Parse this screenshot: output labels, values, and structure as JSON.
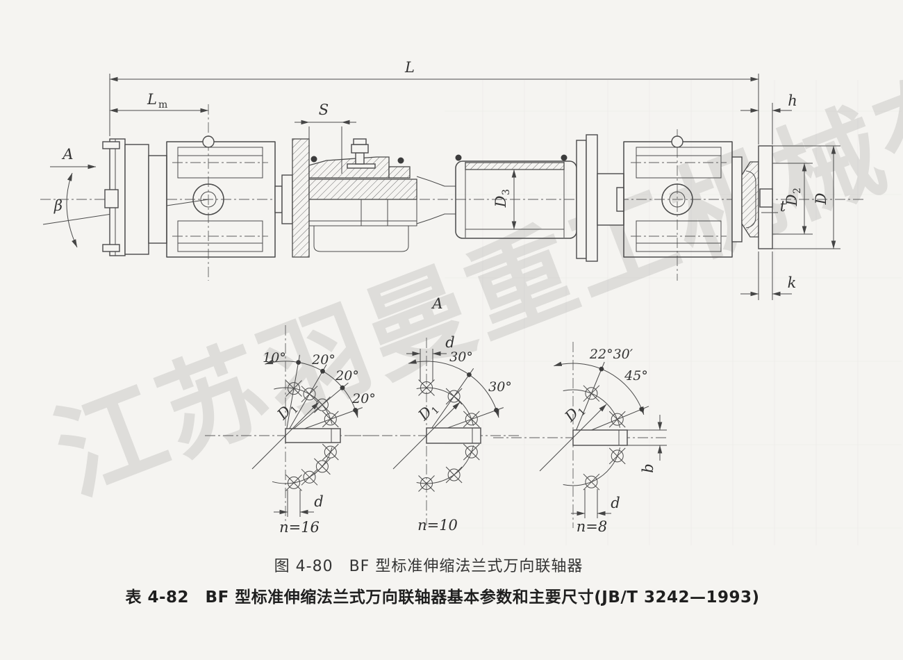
{
  "watermark": {
    "text": "江苏羽曼重工机械有限公司"
  },
  "captions": {
    "figure": "图 4-80　BF 型标准伸缩法兰式万向联轴器",
    "table": "表 4-82　BF 型标准伸缩法兰式万向联轴器基本参数和主要尺寸(JB/T 3242—1993)"
  },
  "main_view": {
    "view_arrow_label": "A",
    "section_label": "A",
    "swing_angle_label": "β",
    "dims": {
      "overall_length": "L",
      "lm_main": "L",
      "lm_sub": "m",
      "travel": "S",
      "flange_thickness": "h",
      "spigot_depth": "k",
      "key_depth": "t",
      "flange_od": "D",
      "d2_main": "D",
      "d2_sub": "2",
      "d3_main": "D",
      "d3_sub": "3"
    }
  },
  "bolt_views": [
    {
      "n_label": "n=16",
      "angles": [
        "10°",
        "20°",
        "20°",
        "20°"
      ],
      "d1_main": "D",
      "d1_sub": "1",
      "d_label": "d"
    },
    {
      "n_label": "n=10",
      "angles": [
        "30°",
        "30°"
      ],
      "d1_main": "D",
      "d1_sub": "1",
      "d_label": "d"
    },
    {
      "n_label": "n=8",
      "angles": [
        "22°30′",
        "45°"
      ],
      "d1_main": "D",
      "d1_sub": "1",
      "d_label": "d",
      "b_label": "b"
    }
  ]
}
